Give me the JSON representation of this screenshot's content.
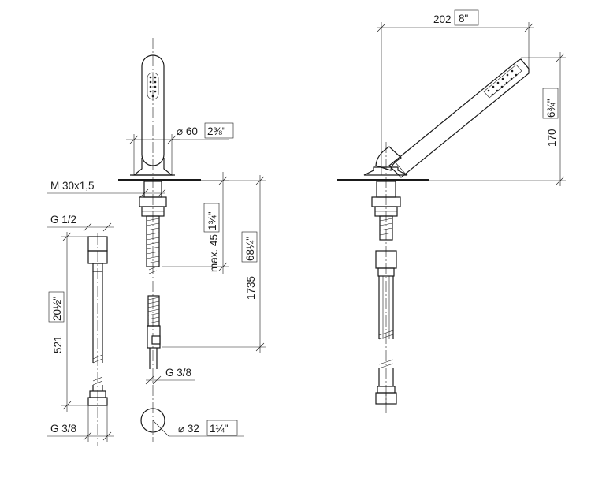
{
  "labels": {
    "dia60": "⌀ 60",
    "dia60_in": "2⅜\"",
    "m30": "M 30x1,5",
    "max45": "max. 45",
    "max45_in": "1¾\"",
    "l1735": "1735",
    "l1735_in": "68¼\"",
    "g12": "G 1/2",
    "l521": "521",
    "l521_in": "20½\"",
    "g38_mid": "G 3/8",
    "g38_low": "G 3/8",
    "dia32": "⌀ 32",
    "dia32_in": "1¼\"",
    "w202": "202",
    "w202_in": "8\"",
    "h170": "170",
    "h170_in": "6¾\""
  }
}
